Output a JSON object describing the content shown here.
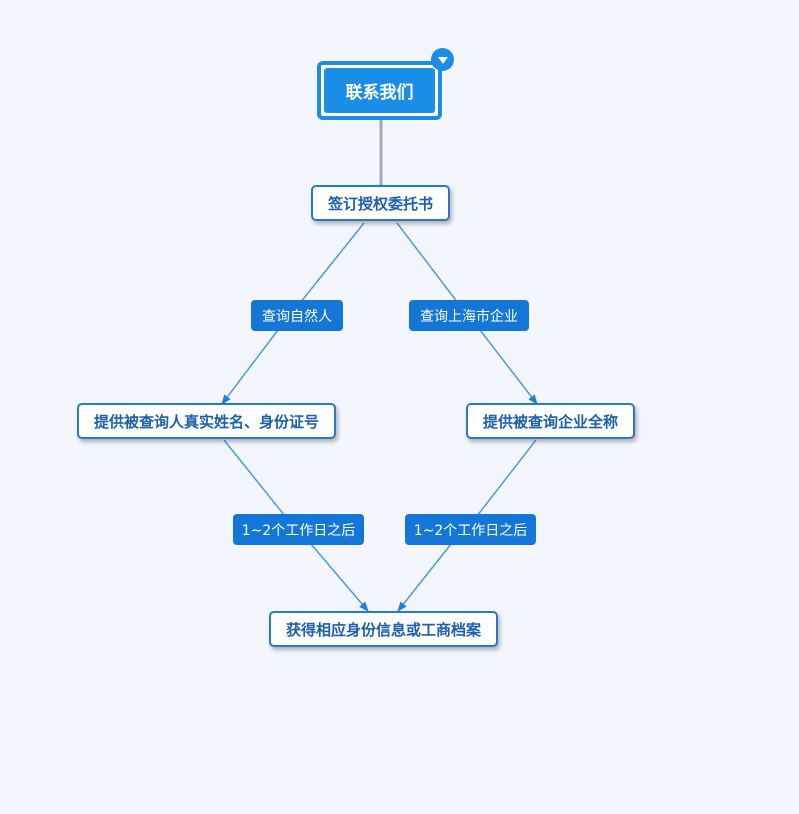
{
  "root": {
    "label": "联系我们"
  },
  "nodes": {
    "sign": "签订授权委托书",
    "provide_person": "提供被查询人真实姓名、身份证号",
    "provide_company": "提供被查询企业全称",
    "result": "获得相应身份信息或工商档案"
  },
  "edge_labels": {
    "person": "查询自然人",
    "company": "查询上海市企业",
    "wait_left": "1~2个工作日之后",
    "wait_right": "1~2个工作日之后"
  },
  "colors": {
    "accent": "#1a8ee6",
    "node_border": "#2a78c8",
    "node_text": "#1d5fa8",
    "edge_label_bg": "#1477d7",
    "connector": "#4a9ae6",
    "root_connector": "#a6aab2",
    "background": "#f4f6fe"
  },
  "icons": {
    "collapse_toggle": "triangle-down-icon"
  }
}
